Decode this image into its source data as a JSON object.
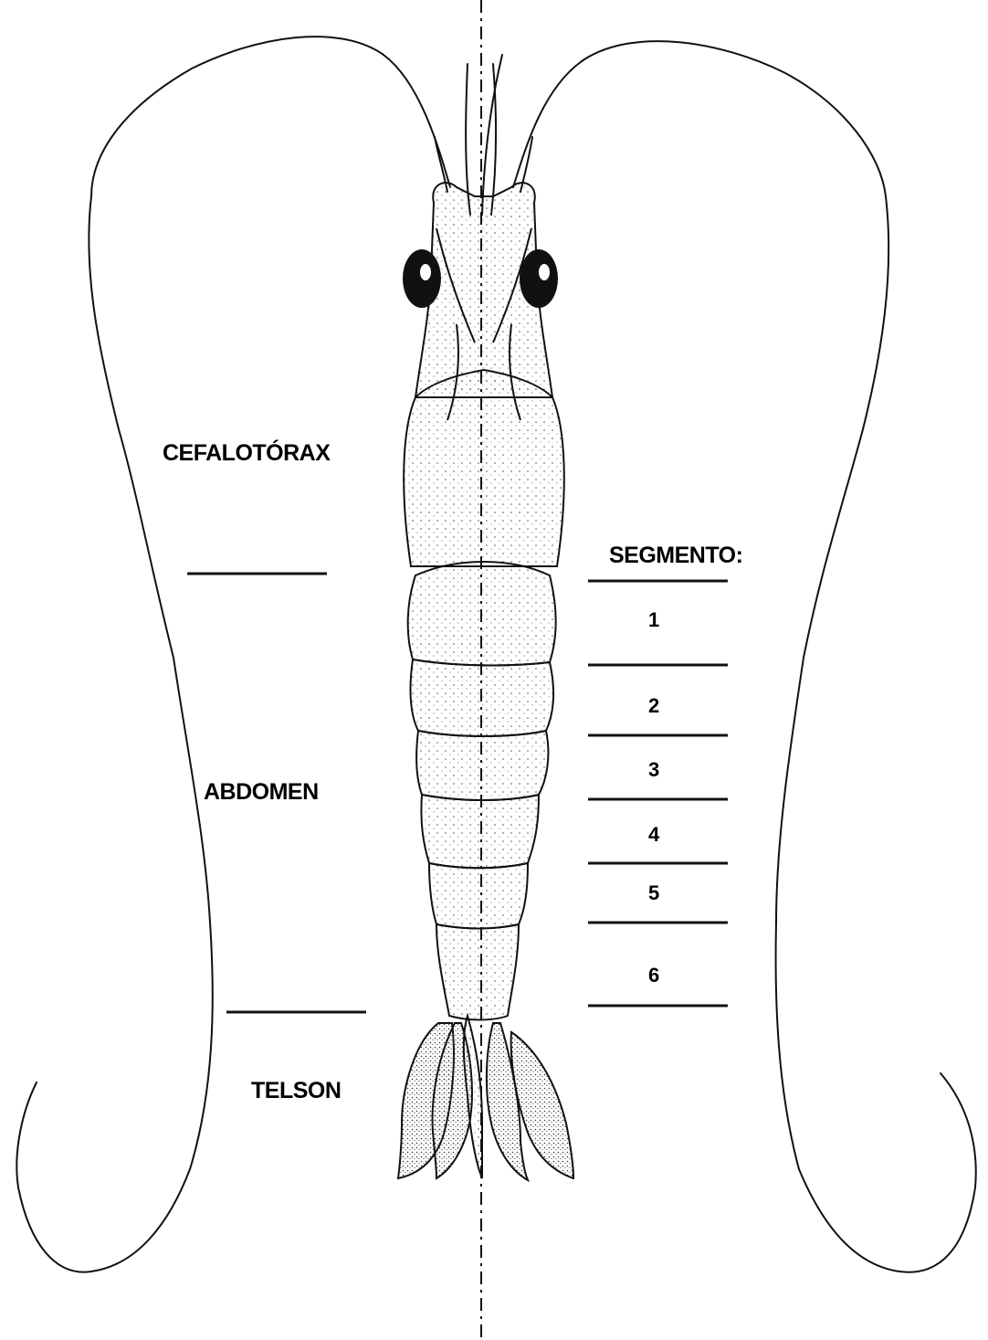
{
  "labels": {
    "body_regions": [
      "CEFALOTÓRAX",
      "ABDOMEN",
      "TELSON"
    ],
    "segment_heading": "SEGMENTO:",
    "segments": [
      "1",
      "2",
      "3",
      "4",
      "5",
      "6"
    ]
  },
  "colors": {
    "ink": "#111111",
    "paper": "#ffffff"
  }
}
